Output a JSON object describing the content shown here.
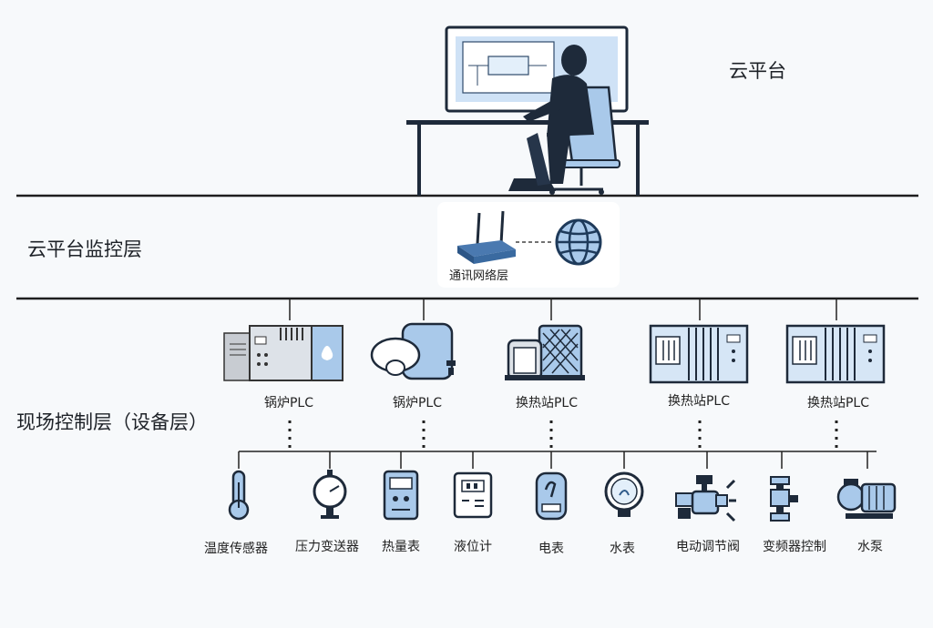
{
  "layers": {
    "cloud_platform": "云平台",
    "monitor_layer": "云平台监控层",
    "network_layer": "通讯网络层",
    "field_layer": "现场控制层（设备层）"
  },
  "plcs": [
    {
      "label": "锅炉PLC",
      "icon": "cabinet-plc-icon"
    },
    {
      "label": "锅炉PLC",
      "icon": "boiler-icon"
    },
    {
      "label": "换热站PLC",
      "icon": "heat-exchanger-icon"
    },
    {
      "label": "换热站PLC",
      "icon": "rack-plc-icon"
    },
    {
      "label": "换热站PLC",
      "icon": "rack-plc-icon"
    }
  ],
  "devices": [
    {
      "label": "温度传感器",
      "icon": "thermometer-icon"
    },
    {
      "label": "压力变送器",
      "icon": "pressure-gauge-icon"
    },
    {
      "label": "热量表",
      "icon": "heat-meter-icon"
    },
    {
      "label": "液位计",
      "icon": "level-meter-icon"
    },
    {
      "label": "电表",
      "icon": "electric-meter-icon"
    },
    {
      "label": "水表",
      "icon": "water-meter-icon"
    },
    {
      "label": "电动调节阀",
      "icon": "motorized-valve-icon"
    },
    {
      "label": "变频器控制",
      "icon": "inverter-icon"
    },
    {
      "label": "水泵",
      "icon": "water-pump-icon"
    }
  ],
  "colors": {
    "accent": "#a9c9ea",
    "accent_dark": "#2f5a8a",
    "line": "#1e1e1e"
  }
}
